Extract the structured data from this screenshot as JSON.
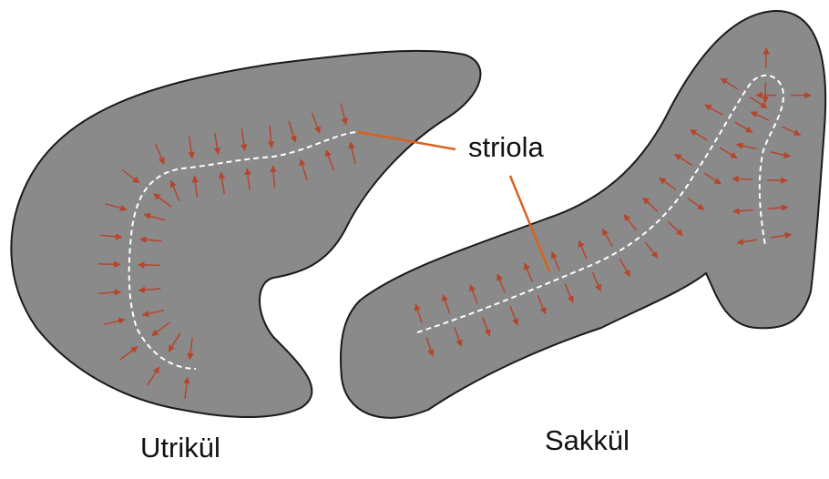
{
  "labels": {
    "utrikul": "Utrikül",
    "sakkul": "Sakkül",
    "striola": "striola"
  },
  "colors": {
    "organ_fill": "#8a8a8a",
    "organ_stroke": "#1a1a1a",
    "arrow": "#b5452c",
    "striola_line": "#ffffff",
    "pointer_line": "#d9621f",
    "text": "#111111"
  }
}
